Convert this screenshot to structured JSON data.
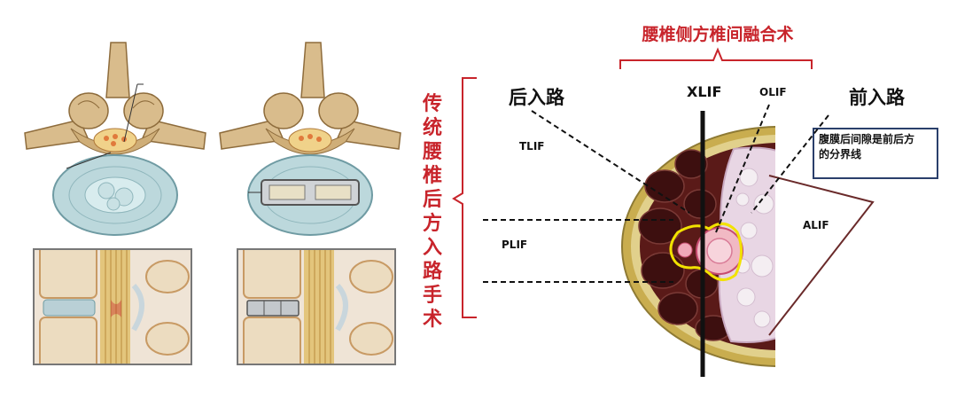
{
  "left": {
    "images": [
      {
        "name": "vertebra-top-view-disc"
      },
      {
        "name": "vertebra-top-view-cage"
      },
      {
        "name": "spine-sagittal-view-disc"
      },
      {
        "name": "spine-sagittal-view-cage"
      }
    ]
  },
  "right": {
    "lateral_header": "腰椎侧方椎间融合术",
    "posterior_vertical": "传统腰椎后方入路手术",
    "posterior_title": "后入路",
    "anterior_title": "前入路",
    "labels": {
      "xlif": "XLIF",
      "olif": "OLIF",
      "tlif": "TLIF",
      "plif": "PLIF",
      "alif": "ALIF"
    },
    "annotation_line1": "腹膜后间隙是前后方",
    "annotation_line2": "的分界线",
    "colors": {
      "accent_red": "#c8242b",
      "muscle": "#4a1414",
      "fat": "#d4c470",
      "nerve_outline": "#f2e200",
      "peritoneum": "#e8d6e4"
    }
  }
}
